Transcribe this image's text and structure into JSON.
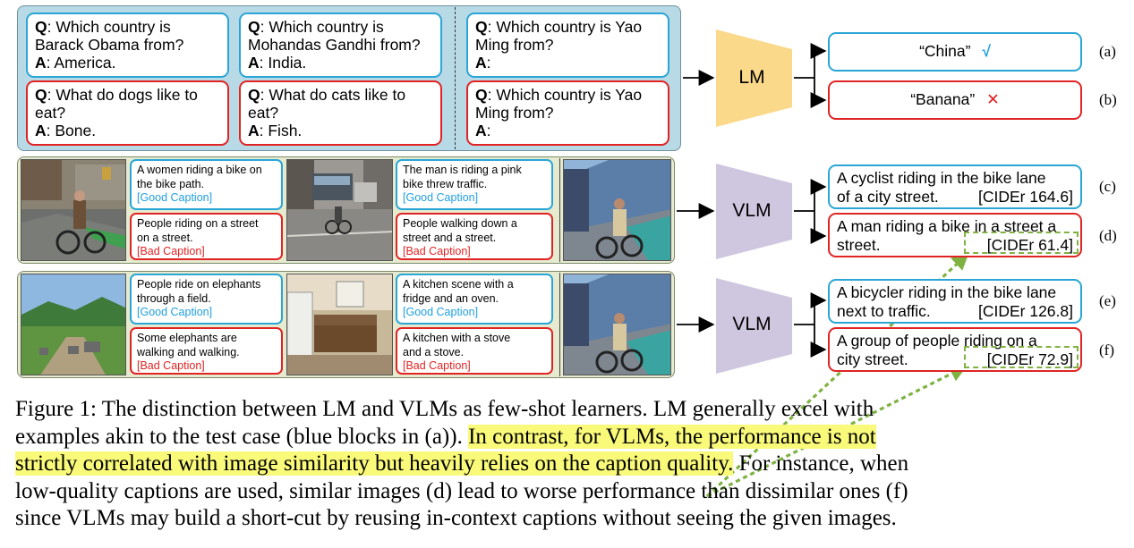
{
  "lm_panel": {
    "boxes": [
      {
        "q_prefix": "Q",
        "q_line1": ": Which country is",
        "q_line2": "Barack Obama from?",
        "a_prefix": "A",
        "a_text": ": America."
      },
      {
        "q_prefix": "Q",
        "q_line1": ": Which country is",
        "q_line2": "Mohandas Gandhi from?",
        "a_prefix": "A",
        "a_text": ": India."
      },
      {
        "q_prefix": "Q",
        "q_line1": ": Which country is Yao",
        "q_line2": "Ming from?",
        "a_prefix": "A",
        "a_text": ":"
      },
      {
        "q_prefix": "Q",
        "q_line1": ": What do dogs like to",
        "q_line2": "eat?",
        "a_prefix": "A",
        "a_text": ": Bone."
      },
      {
        "q_prefix": "Q",
        "q_line1": ": What do cats like to",
        "q_line2": "eat?",
        "a_prefix": "A",
        "a_text": ": Fish."
      },
      {
        "q_prefix": "Q",
        "q_line1": ": Which country is Yao",
        "q_line2": "Ming from?",
        "a_prefix": "A",
        "a_text": ":"
      }
    ],
    "model": "LM",
    "outputs": [
      {
        "text": "“China”",
        "mark": "√",
        "tag": "(a)"
      },
      {
        "text": "“Banana”",
        "mark": "✕",
        "tag": "(b)"
      }
    ]
  },
  "vlm_panel_1": {
    "captions": [
      {
        "line1": "A women riding a bike on",
        "line2": "the bike path.",
        "label": "[Good Caption]"
      },
      {
        "line1": "People riding on a street",
        "line2": "on a street.",
        "label": "[Bad Caption]"
      },
      {
        "line1": "The man is riding a pink",
        "line2": "bike threw traffic.",
        "label": "[Good Caption]"
      },
      {
        "line1": "People walking down a",
        "line2": "street and a street.",
        "label": "[Bad Caption]"
      }
    ],
    "model": "VLM",
    "outputs": [
      {
        "line1": "A cyclist riding in the bike lane",
        "line2": "of a city street.",
        "score": "[CIDEr 164.6]",
        "tag": "(c)"
      },
      {
        "line1": "A man riding a bike in a street a",
        "line2": "street.",
        "score": "[CIDEr 61.4]",
        "tag": "(d)"
      }
    ]
  },
  "vlm_panel_2": {
    "captions": [
      {
        "line1": "People ride on elephants",
        "line2": "through a field.",
        "label": "[Good Caption]"
      },
      {
        "line1": "Some elephants are",
        "line2": "walking and walking.",
        "label": "[Bad Caption]"
      },
      {
        "line1": "A kitchen scene with a",
        "line2": "fridge and an oven.",
        "label": "[Good Caption]"
      },
      {
        "line1": "A kitchen with a stove",
        "line2": "and a stove.",
        "label": "[Bad Caption]"
      }
    ],
    "model": "VLM",
    "outputs": [
      {
        "line1": "A bicycler riding in the bike lane",
        "line2": "next to traffic.",
        "score": "[CIDEr 126.8]",
        "tag": "(e)"
      },
      {
        "line1": "A group of people riding on a",
        "line2": "city street.",
        "score": "[CIDEr 72.9]",
        "tag": "(f)"
      }
    ]
  },
  "caption": {
    "line1": "Figure 1: The distinction between LM and VLMs as few-shot learners. LM generally excel with",
    "line2_plain": "examples akin to the test case (blue blocks in (a)). ",
    "line2_hl": "In contrast, for VLMs, the performance is not",
    "line3_hl": "strictly correlated with image similarity but heavily relies on the caption quality.",
    "line3_plain": " For instance, when",
    "line4": "low-quality captions are used, similar images (d) lead to worse performance than dissimilar ones (f)",
    "line5": "since VLMs may build a short-cut by reusing in-context captions without seeing the given images."
  },
  "colors": {
    "good": "#2aa6d6",
    "bad": "#e02424",
    "lm_trapezoid": "#fbd98a",
    "vlm_trapezoid": "#cfc6df",
    "highlight": "#fafa7a",
    "dashed_green": "#7fb241"
  }
}
